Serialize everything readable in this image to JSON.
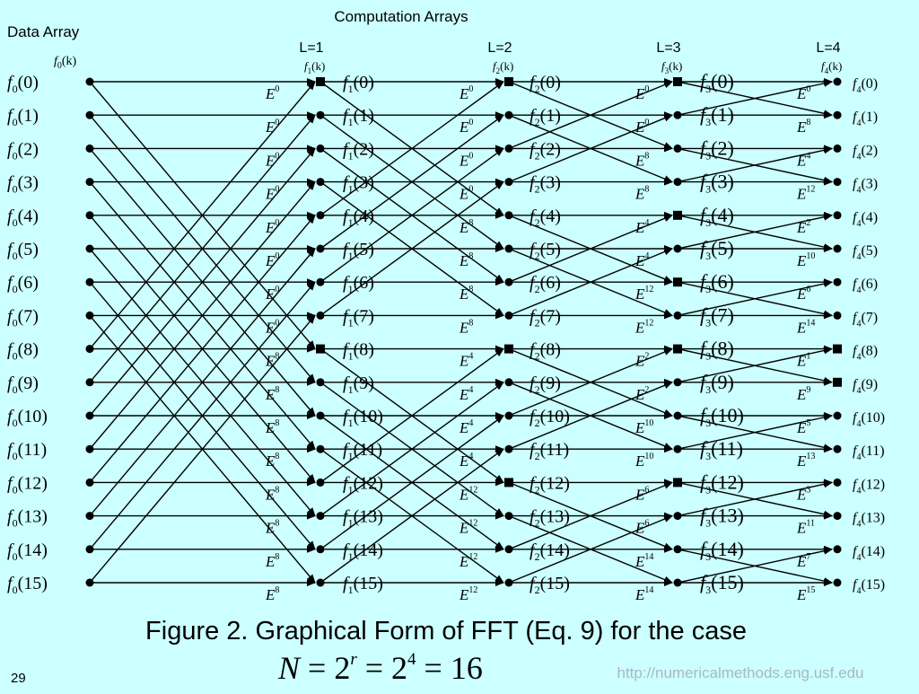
{
  "header": {
    "computation_title": "Computation  Arrays",
    "data_array_title": "Data Array",
    "data_array_symbol_f": "f",
    "data_array_symbol_sub": "0",
    "data_array_symbol_arg": "(k)"
  },
  "columns": [
    {
      "level": "",
      "sub": "0"
    },
    {
      "level": "L=1",
      "sub": "1"
    },
    {
      "level": "L=2",
      "sub": "2"
    },
    {
      "level": "L=3",
      "sub": "3"
    },
    {
      "level": "L=4",
      "sub": "4"
    }
  ],
  "indices": [
    "0",
    "1",
    "2",
    "3",
    "4",
    "5",
    "6",
    "7",
    "8",
    "9",
    "10",
    "11",
    "12",
    "13",
    "14",
    "15"
  ],
  "stages": [
    {
      "exponents": [
        "0",
        "0",
        "0",
        "0",
        "0",
        "0",
        "0",
        "0",
        "8",
        "8",
        "8",
        "8",
        "8",
        "8",
        "8",
        "8"
      ]
    },
    {
      "exponents": [
        "0",
        "0",
        "0",
        "0",
        "8",
        "8",
        "8",
        "8",
        "4",
        "4",
        "4",
        "4",
        "12",
        "12",
        "12",
        "12"
      ]
    },
    {
      "exponents": [
        "0",
        "0",
        "8",
        "8",
        "4",
        "4",
        "12",
        "12",
        "2",
        "2",
        "10",
        "10",
        "6",
        "6",
        "14",
        "14"
      ]
    },
    {
      "exponents": [
        "0",
        "8",
        "4",
        "12",
        "2",
        "10",
        "6",
        "14",
        "1",
        "9",
        "5",
        "13",
        "3",
        "11",
        "7",
        "15"
      ]
    }
  ],
  "twiddle_base": "E",
  "square_nodes": [
    {
      "col": 1,
      "row": 0
    },
    {
      "col": 1,
      "row": 8
    },
    {
      "col": 2,
      "row": 0
    },
    {
      "col": 2,
      "row": 8
    },
    {
      "col": 2,
      "row": 12
    },
    {
      "col": 3,
      "row": 0
    },
    {
      "col": 3,
      "row": 4
    },
    {
      "col": 3,
      "row": 8
    },
    {
      "col": 3,
      "row": 12
    },
    {
      "col": 3,
      "row": 6
    },
    {
      "col": 4,
      "row": 8
    },
    {
      "col": 4,
      "row": 9
    }
  ],
  "caption": {
    "line1": "Figure 2. Graphical Form of FFT (Eq. 9) for the case",
    "eq_N": "N",
    "eq_eq1": " = 2",
    "eq_r": "r",
    "eq_eq2": " = 2",
    "eq_4": "4",
    "eq_eq3": " = 16"
  },
  "footer": {
    "page_number": "29",
    "url": "http://numericalmethods.eng.usf.edu"
  },
  "colors": {
    "background": "#ccffff",
    "ink": "#000000",
    "url": "#a8b8c4"
  }
}
